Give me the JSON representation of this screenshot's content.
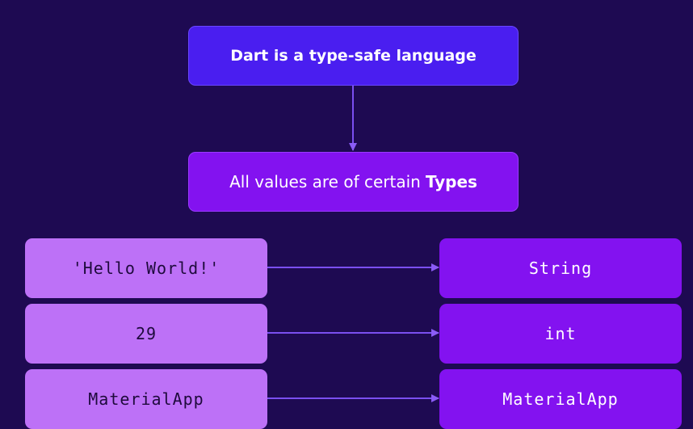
{
  "heading": "Dart is a type-safe language",
  "subheading": {
    "text": "All values are of certain",
    "emphasis": "Types"
  },
  "mappings": [
    {
      "value": "'Hello World!'",
      "type": "String"
    },
    {
      "value": "29",
      "type": "int"
    },
    {
      "value": "MaterialApp",
      "type": "MaterialApp"
    }
  ],
  "colors": {
    "background": "#1e0a52",
    "heading_box": "#4a1ef0",
    "type_box": "#8312f0",
    "value_box": "#bd71f7",
    "arrow": "#7b4ff0"
  }
}
